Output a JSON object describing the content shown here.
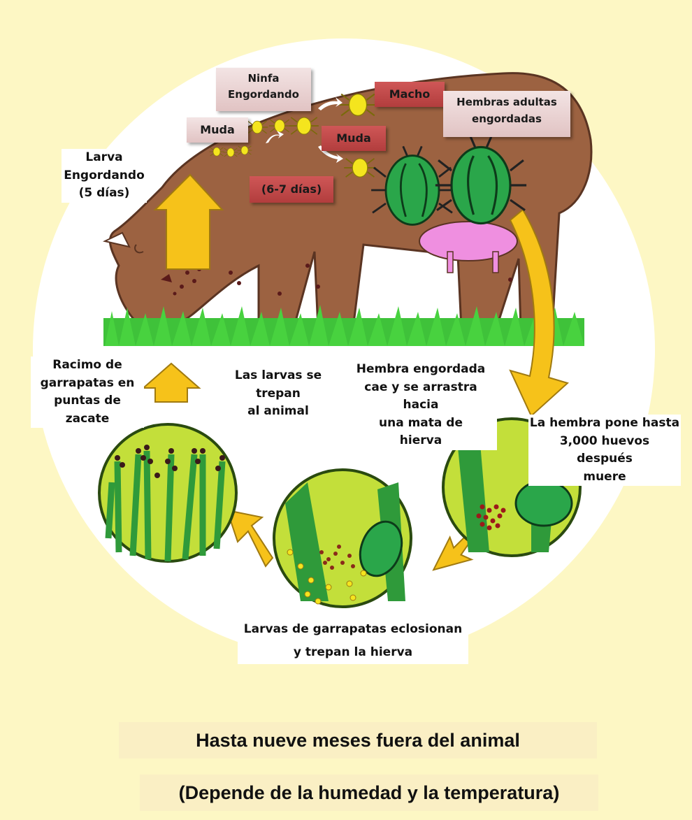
{
  "labels": {
    "ninfa": "Ninfa\nEngordando",
    "macho": "Macho",
    "hembras_adultas": "Hembras adultas\nengordadas",
    "muda_1": "Muda",
    "muda_2": "Muda",
    "larva": "Larva\nEngordando\n(5 días)",
    "dias": "(6-7 días)",
    "racimo": "Racimo de\ngarrapatas en\npuntas de\nzacate",
    "larvas_trepan": "Las larvas se trepan\nal animal",
    "hembra_cae": "Hembra engordada\ncae y se arrastra hacia\nuna mata de\nhierva",
    "hembra_pone": "La hembra pone hasta\n3,000 huevos\ndespués\nmuere",
    "eclosionan": "Larvas de garrapatas eclosionan\ny trepan la hierva"
  },
  "footer": {
    "line1": "Hasta nueve meses fuera del animal",
    "line2": "(Depende de la humedad y la temperatura)"
  },
  "colors": {
    "background": "#fdf7c4",
    "cow": "#9c6241",
    "grass": "#3fc23a",
    "arrow": "#f6c21a",
    "tick_adult": "#2aa64a",
    "udder": "#ef8fe0",
    "circle_fill": "#c3df3a"
  }
}
